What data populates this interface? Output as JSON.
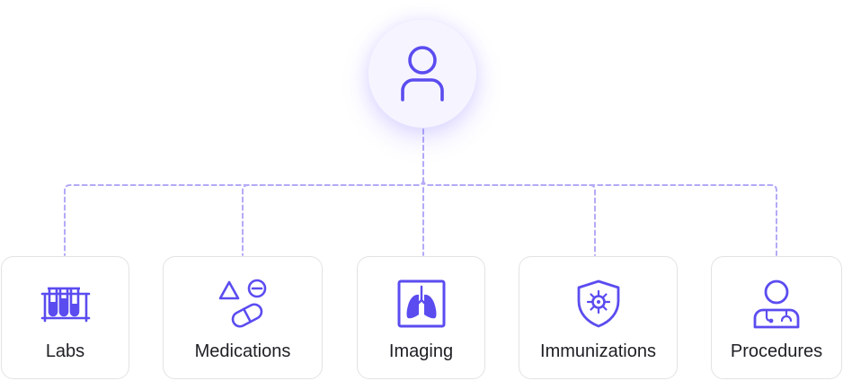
{
  "colors": {
    "accent": "#5b4cf0",
    "connector": "#b3aaf7",
    "avatar_bg": "#f6f5ff",
    "card_border": "#e3e3e3",
    "text": "#1e1e24"
  },
  "center_node": {
    "icon": "user-icon"
  },
  "categories": [
    {
      "label": "Labs",
      "icon": "test-tubes-icon"
    },
    {
      "label": "Medications",
      "icon": "pills-shapes-icon"
    },
    {
      "label": "Imaging",
      "icon": "lung-xray-icon"
    },
    {
      "label": "Immunizations",
      "icon": "shield-virus-icon"
    },
    {
      "label": "Procedures",
      "icon": "doctor-stethoscope-icon"
    }
  ]
}
